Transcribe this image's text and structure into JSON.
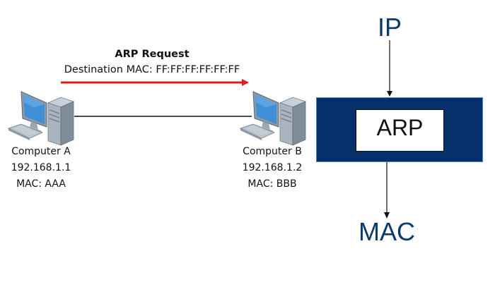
{
  "network": {
    "request": {
      "title": "ARP Request",
      "destination": "Destination MAC: FF:FF:FF:FF:FF:FF",
      "arrow_color": "#e01b1b"
    },
    "computer_a": {
      "name": "Computer A",
      "ip": "192.168.1.1",
      "mac": "MAC: AAA"
    },
    "computer_b": {
      "name": "Computer B",
      "ip": "192.168.1.2",
      "mac": "MAC: BBB"
    },
    "link_color": "#111111"
  },
  "arp_flow": {
    "input_label": "IP",
    "process_label": "ARP",
    "output_label": "MAC",
    "box_color": "#06306a",
    "label_color": "#0b3a6e"
  }
}
